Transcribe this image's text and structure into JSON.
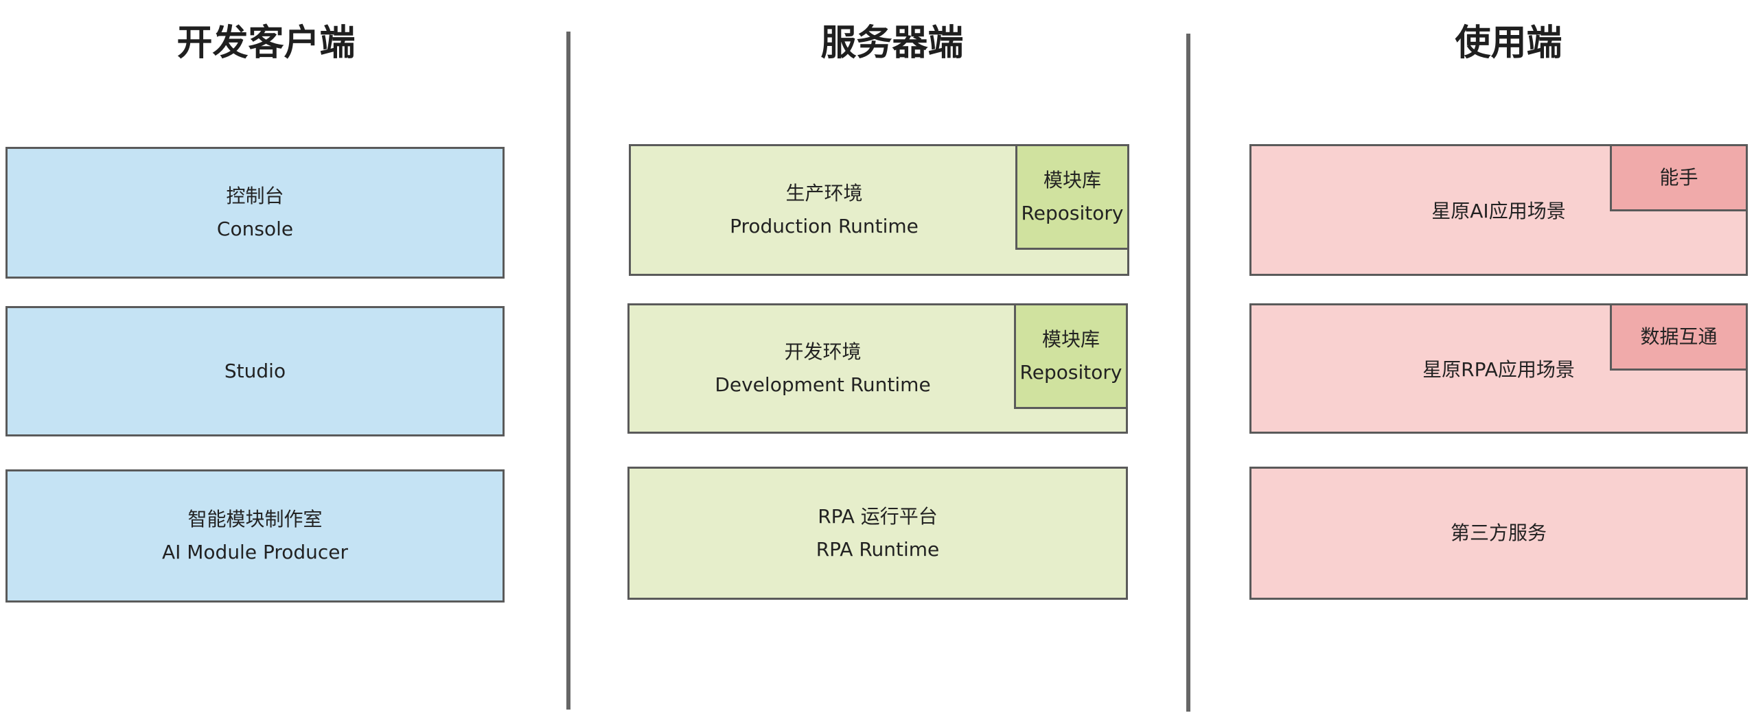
{
  "columns": [
    {
      "heading": "开发客户端",
      "boxes": [
        {
          "lines": [
            "控制台",
            "Console"
          ]
        },
        {
          "lines": [
            "Studio"
          ]
        },
        {
          "lines": [
            "智能模块制作室",
            "AI Module Producer"
          ]
        }
      ]
    },
    {
      "heading": "服务器端",
      "boxes": [
        {
          "lines": [
            "生产环境",
            "Production Runtime"
          ],
          "badge": [
            "模块库",
            "Repository"
          ]
        },
        {
          "lines": [
            "开发环境",
            "Development Runtime"
          ],
          "badge": [
            "模块库",
            "Repository"
          ]
        },
        {
          "lines": [
            "RPA 运行平台",
            "RPA Runtime"
          ]
        }
      ]
    },
    {
      "heading": "使用端",
      "boxes": [
        {
          "lines": [
            "星原AI应用场景"
          ],
          "badge": [
            "能手"
          ]
        },
        {
          "lines": [
            "星原RPA应用场景"
          ],
          "badge": [
            "数据互通"
          ]
        },
        {
          "lines": [
            "第三方服务"
          ]
        }
      ]
    }
  ],
  "colors": {
    "client_fill": "#c5e3f4",
    "server_fill": "#e6eecb",
    "server_badge_fill": "#d0e29f",
    "usage_fill": "#f9d1d0",
    "usage_badge_fill": "#f0aaaa",
    "border": "#5a5a5a",
    "divider": "#666666"
  }
}
